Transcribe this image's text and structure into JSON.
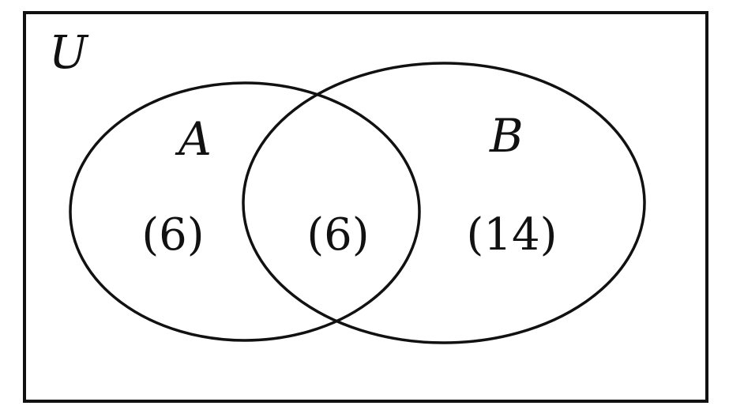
{
  "universe": {
    "label": "U"
  },
  "sets": [
    {
      "label": "A"
    },
    {
      "label": "B"
    }
  ],
  "regions": {
    "a_only": "(6)",
    "a_and_b": "(6)",
    "b_only": "(14)"
  },
  "colors": {
    "stroke": "#111111",
    "background": "#ffffff"
  }
}
